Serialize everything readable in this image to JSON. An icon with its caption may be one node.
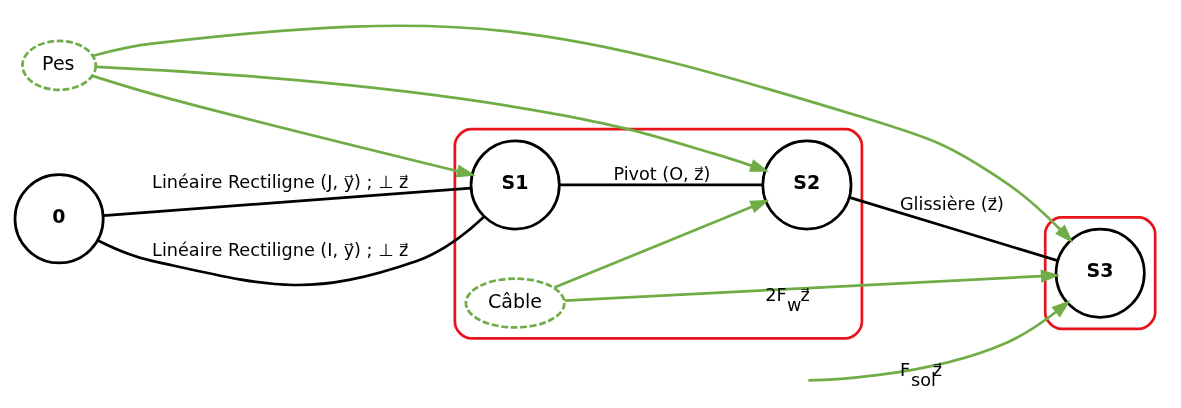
{
  "diagram": {
    "nodes": [
      {
        "text": [],
        "shape": "cloud"
      },
      {
        "text": [
          "Câble"
        ],
        "in": 0
      },
      {
        "text": [
          "0"
        ]
      },
      {
        "text": [
          "S1"
        ],
        "in": 0
      },
      {
        "text": [
          "S2"
        ],
        "in": 0
      },
      {
        "text": [],
        "shape": "cloud"
      },
      {
        "text": [
          "S3"
        ],
        "in": 5
      },
      {
        "text": [
          "Pes"
        ]
      }
    ],
    "edges": [
      {
        "from": 2,
        "to": 3,
        "arrow": "none",
        "label": "Linéaire Rectiligne (I, y⃗) ; ⊥ z⃗",
        "color": "#000000"
      },
      {
        "from": 2,
        "to": 3,
        "arrow": "none",
        "label": "Linéaire Rectiligne (J, y⃗) ; ⊥ z⃗",
        "color": "#000000"
      },
      {
        "from": 3,
        "to": 4,
        "arrow": "none",
        "label": "Pivot (O, z⃗)",
        "color": "#000000"
      },
      {
        "from": 4,
        "to": 6,
        "arrow": "none",
        "label": "Glissière (z⃗)",
        "color": "#000000"
      },
      {
        "from": 1,
        "to": 4,
        "arrow": "to",
        "color": "#70ad47"
      },
      {
        "from": 1,
        "to": 6,
        "arrow": "to",
        "label": "2F$_{w}$z⃗",
        "color": "#70ad47"
      },
      {
        "from": null,
        "to": 6,
        "arrow": "to",
        "label": "F$_{sol}$z⃗",
        "color": "#70ad47"
      },
      {
        "from": 7,
        "to": 3,
        "arrow": "to",
        "color": "#70ad47"
      },
      {
        "from": 7,
        "to": 4,
        "arrow": "to",
        "color": "#70ad47"
      },
      {
        "from": 7,
        "to": 6,
        "arrow": "to",
        "color": "#70ad47"
      }
    ]
  }
}
